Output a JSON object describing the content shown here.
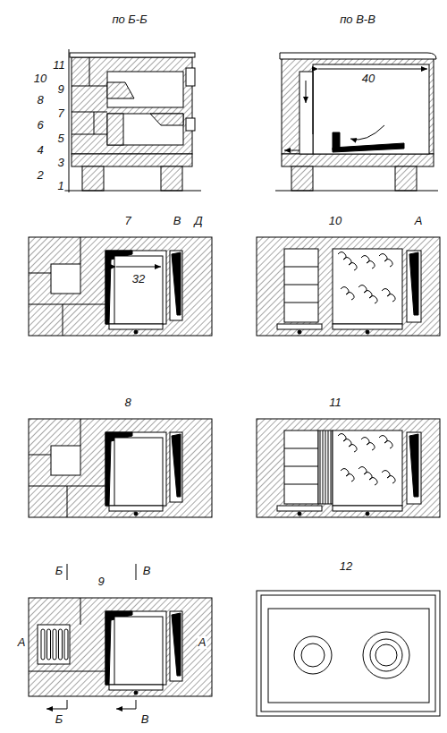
{
  "diagram": {
    "labels": [
      "по Б-Б",
      "по В-В",
      "11",
      "10",
      "9",
      "8",
      "7",
      "6",
      "5",
      "4",
      "3",
      "2",
      "1",
      "40",
      "7",
      "В",
      "Д",
      "32",
      "10",
      "А",
      "8",
      "11",
      "Б",
      "9",
      "В",
      "А",
      "А",
      "Б",
      "В",
      "12"
    ]
  }
}
